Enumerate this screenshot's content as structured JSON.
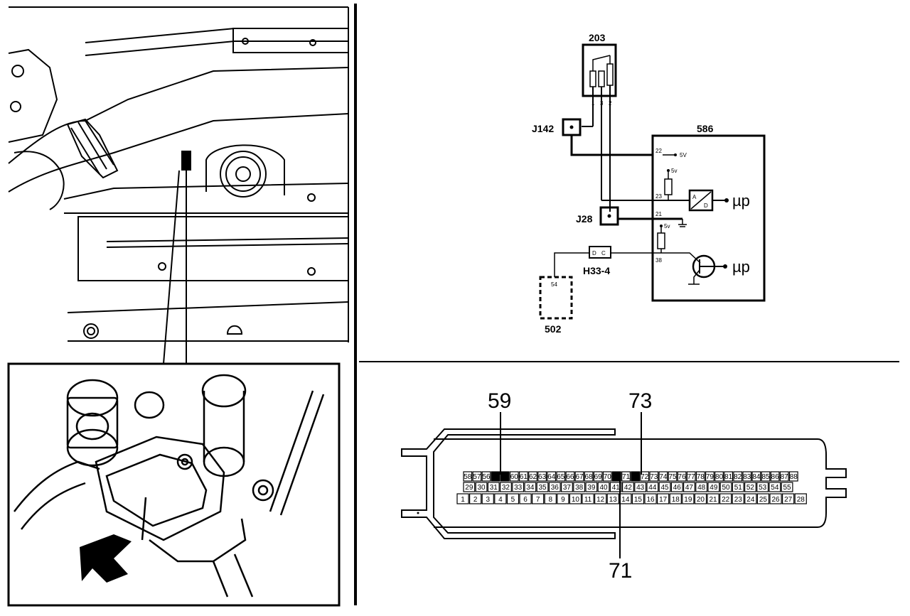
{
  "sensor_label": "203",
  "sensor_pins": [
    "1",
    "3",
    "2"
  ],
  "ecu_label": "586",
  "connector_j142": "J142",
  "connector_j28": "J28",
  "connector_h33": "H33-4",
  "module_502": "502",
  "pin_22": "22",
  "pin_5v": "5V",
  "pin_23": "23",
  "pin_21": "21",
  "pin_38": "38",
  "pin_502": "54",
  "supply_top": "5v",
  "supply_bottom": "5v",
  "micro_top": "µp",
  "micro_bottom": "µp",
  "callout_59": "59",
  "callout_73": "73",
  "callout_71": "71",
  "rows": {
    "top": [
      "58",
      "57",
      "56",
      "",
      "",
      "60",
      "61",
      "62",
      "63",
      "64",
      "65",
      "66",
      "67",
      "68",
      "69",
      "70",
      "",
      "71",
      "",
      "72",
      "73",
      "74",
      "75",
      "76",
      "77",
      "78",
      "79",
      "80",
      "81",
      "82",
      "83",
      "84",
      "85",
      "86",
      "87",
      "88"
    ],
    "middle": [
      "29",
      "30",
      "31",
      "32",
      "33",
      "34",
      "35",
      "36",
      "37",
      "38",
      "39",
      "40",
      "41",
      "42",
      "43",
      "44",
      "45",
      "46",
      "47",
      "48",
      "49",
      "50",
      "51",
      "52",
      "53",
      "54",
      "55"
    ],
    "bottom": [
      "1",
      "2",
      "3",
      "4",
      "5",
      "6",
      "7",
      "8",
      "9",
      "10",
      "11",
      "12",
      "13",
      "14",
      "15",
      "16",
      "17",
      "18",
      "19",
      "20",
      "21",
      "22",
      "23",
      "24",
      "25",
      "26",
      "27",
      "28"
    ]
  }
}
